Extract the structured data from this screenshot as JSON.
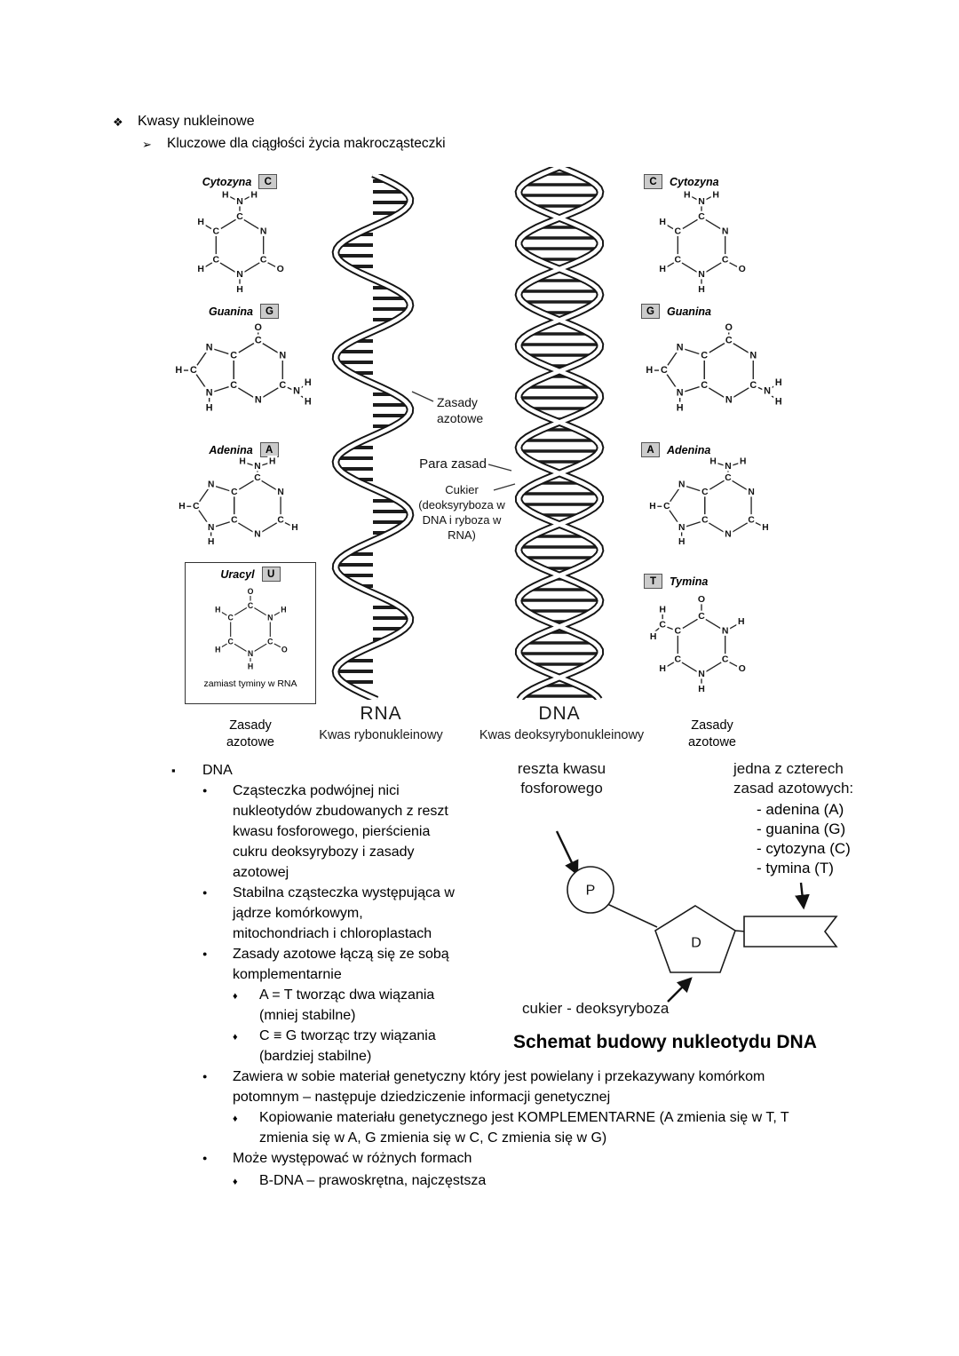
{
  "doc": {
    "title": "Kwasy nukleinowe",
    "subtitle": "Kluczowe dla ciągłości życia makrocząsteczki"
  },
  "figure": {
    "left_column": {
      "bases": [
        {
          "name": "Cytozyna",
          "letter": "C"
        },
        {
          "name": "Guanina",
          "letter": "G"
        },
        {
          "name": "Adenina",
          "letter": "A"
        },
        {
          "name": "Uracyl",
          "letter": "U",
          "note": "zamiast tyminy w RNA"
        }
      ],
      "caption": "Zasady azotowe"
    },
    "right_column": {
      "bases": [
        {
          "name": "Cytozyna",
          "letter": "C"
        },
        {
          "name": "Guanina",
          "letter": "G"
        },
        {
          "name": "Adenina",
          "letter": "A"
        },
        {
          "name": "Tymina",
          "letter": "T"
        }
      ],
      "caption": "Zasady azotowe"
    },
    "annotations": {
      "bases_label": "Zasady azotowe",
      "pair_label": "Para zasad",
      "sugar_label": "Cukier (deoksyryboza w DNA i ryboza w RNA)"
    },
    "rna": {
      "abbr": "RNA",
      "full": "Kwas rybonukleinowy"
    },
    "dna": {
      "abbr": "DNA",
      "full": "Kwas deoksyrybonukleinowy"
    }
  },
  "dna_section": {
    "heading": "DNA",
    "bullet1": "Cząsteczka podwójnej nici nukleotydów zbudowanych z reszt kwasu fosforowego, pierścienia cukru deoksyrybozy i zasady azotowej",
    "bullet2": "Stabilna cząsteczka występująca w jądrze komórkowym, mitochondriach i chloroplastach",
    "bullet3": "Zasady azotowe łączą się ze sobą komplementarnie",
    "bullet3a": "A = T tworząc dwa wiązania (mniej stabilne)",
    "bullet3b": "C ≡ G tworząc trzy wiązania (bardziej stabilne)",
    "bullet4": "Zawiera w sobie materiał genetyczny który jest powielany i przekazywany komórkom potomnym – następuje dziedziczenie informacji genetycznej",
    "bullet4a": "Kopiowanie materiału genetycznego jest KOMPLEMENTARNE (A zmienia się w T, T zmienia się w A, G zmienia się w C, C zmienia się w G)",
    "bullet5": "Może występować w różnych formach",
    "bullet5a": "B-DNA – prawoskrętna, najczęstsza"
  },
  "nucleotide_diagram": {
    "phosphate_label": "reszta kwasu fosforowego",
    "phosphate_symbol": "P",
    "sugar_symbol": "D",
    "bases_heading": "jedna z czterech zasad azotowych:",
    "bases_list": [
      "- adenina (A)",
      "- guanina (G)",
      "- cytozyna (C)",
      "- tymina (T)"
    ],
    "sugar_label": "cukier - deoksyryboza",
    "title": "Schemat budowy nukleotydu DNA"
  }
}
